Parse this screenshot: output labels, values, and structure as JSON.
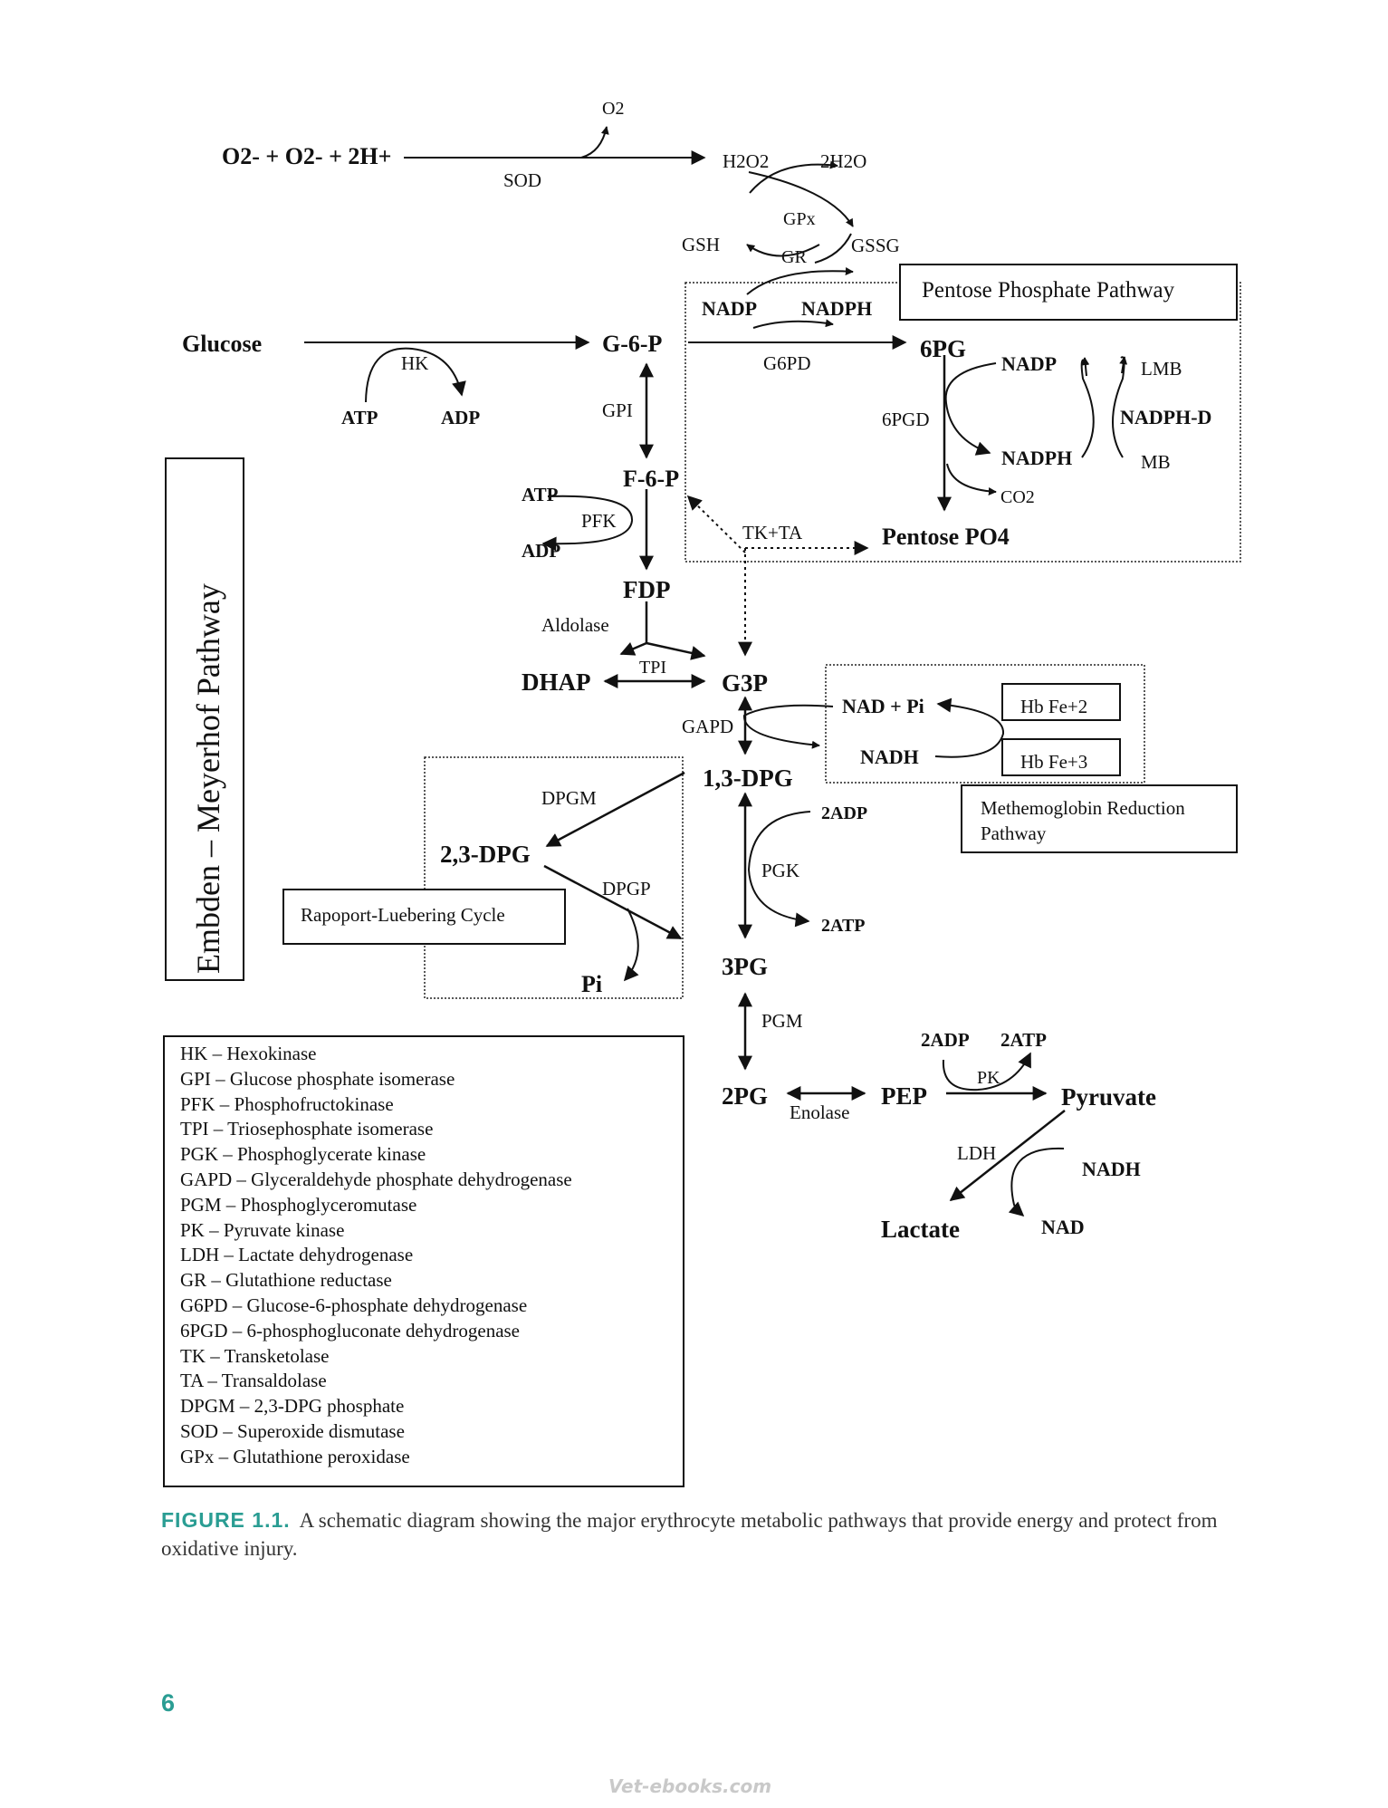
{
  "diagram": {
    "superoxide": {
      "reactant": "O2- + O2- + 2H+",
      "o2": "O2",
      "sod": "SOD",
      "h2o2": "H2O2",
      "h2o": "2H2O",
      "gpx": "GPx",
      "gsh": "GSH",
      "gssg": "GSSG",
      "gr": "GR"
    },
    "pentose": {
      "title": "Pentose Phosphate Pathway",
      "nadp": "NADP",
      "nadph": "NADPH",
      "g6pd": "G6PD",
      "pg6": "6PG",
      "pgd6": "6PGD",
      "nadp2": "NADP",
      "nadph2": "NADPH",
      "lmb": "LMB",
      "nadph_d": "NADPH-D",
      "mb": "MB",
      "co2": "CO2",
      "tkta": "TK+TA",
      "pentose_po4": "Pentose PO4"
    },
    "glycolysis": {
      "title": "Embden – Meyerhof  Pathway",
      "glucose": "Glucose",
      "hk": "HK",
      "atp1": "ATP",
      "adp1": "ADP",
      "g6p": "G-6-P",
      "gpi": "GPI",
      "f6p": "F-6-P",
      "atp2": "ATP",
      "pfk": "PFK",
      "adp2": "ADP",
      "fdp": "FDP",
      "aldolase": "Aldolase",
      "dhap": "DHAP",
      "tpi": "TPI",
      "g3p": "G3P",
      "gapd": "GAPD",
      "dpg13": "1,3-DPG",
      "adp2x": "2ADP",
      "pgk": "PGK",
      "atp2x": "2ATP",
      "pg3": "3PG",
      "pgm": "PGM",
      "pg2": "2PG",
      "enolase": "Enolase",
      "pep": "PEP",
      "adp_pk": "2ADP",
      "atp_pk": "2ATP",
      "pk": "PK",
      "pyruvate": "Pyruvate",
      "ldh": "LDH",
      "nadh": "NADH",
      "nad": "NAD",
      "lactate": "Lactate"
    },
    "methb": {
      "title_line1": "Methemoglobin Reduction",
      "title_line2": "Pathway",
      "nadpi": "NAD + Pi",
      "nadh": "NADH",
      "hb2": "Hb Fe+2",
      "hb3": "Hb Fe+3"
    },
    "rapoport": {
      "title": "Rapoport-Luebering Cycle",
      "dpgm": "DPGM",
      "dpg23": "2,3-DPG",
      "dpgp": "DPGP",
      "pi": "Pi"
    }
  },
  "legend": [
    "HK – Hexokinase",
    "GPI – Glucose phosphate isomerase",
    "PFK – Phosphofructokinase",
    "TPI – Triosephosphate isomerase",
    "PGK – Phosphoglycerate kinase",
    "GAPD – Glyceraldehyde phosphate dehydrogenase",
    "PGM – Phosphoglyceromutase",
    "PK – Pyruvate kinase",
    "LDH – Lactate dehydrogenase",
    "GR – Glutathione reductase",
    "G6PD – Glucose-6-phosphate dehydrogenase",
    "6PGD – 6-phosphogluconate dehydrogenase",
    "TK – Transketolase",
    "TA – Transaldolase",
    "DPGM – 2,3-DPG phosphate",
    "SOD – Superoxide dismutase",
    "GPx – Glutathione peroxidase"
  ],
  "caption": {
    "label": "FIGURE 1.1.",
    "text": "A schematic diagram showing the major erythrocyte metabolic pathways that provide energy and protect from oxidative injury."
  },
  "page_number": "6",
  "watermark": "Vet-ebooks.com"
}
